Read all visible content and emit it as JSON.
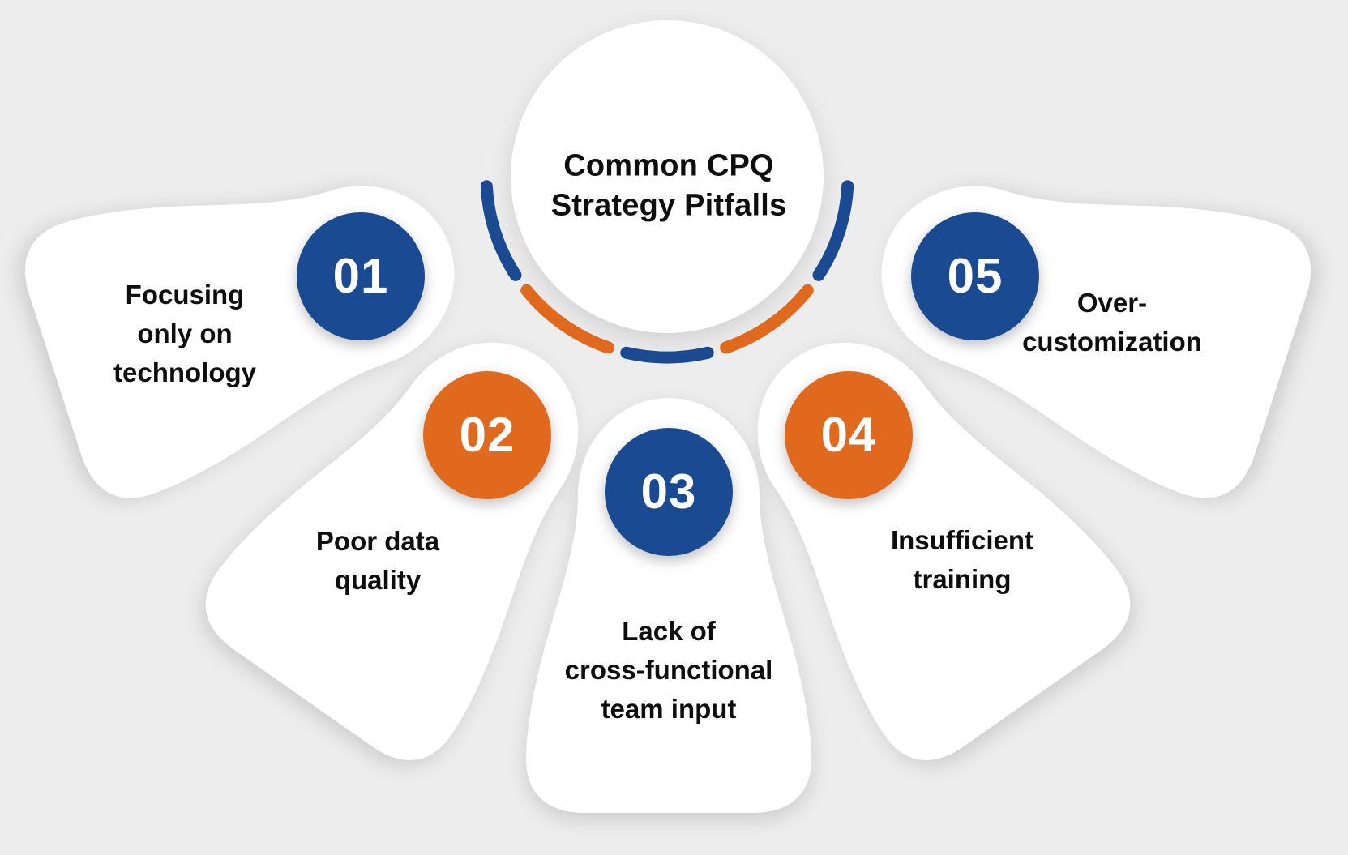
{
  "background_color": "#ededed",
  "colors": {
    "blue": "#1a4a91",
    "orange": "#e0691d",
    "card": "#ffffff",
    "text": "#0d0d0d",
    "number_text": "#ffffff"
  },
  "center": {
    "title": "Common CPQ\nStrategy Pitfalls"
  },
  "arc_segments": [
    "blue",
    "orange",
    "blue",
    "orange",
    "blue"
  ],
  "items": [
    {
      "number": "01",
      "color": "blue",
      "label": "Focusing\nonly on\ntechnology"
    },
    {
      "number": "02",
      "color": "orange",
      "label": "Poor data\nquality"
    },
    {
      "number": "03",
      "color": "blue",
      "label": "Lack of\ncross-functional\nteam input"
    },
    {
      "number": "04",
      "color": "orange",
      "label": "Insufficient\ntraining"
    },
    {
      "number": "05",
      "color": "blue",
      "label": "Over-\ncustomization"
    }
  ]
}
